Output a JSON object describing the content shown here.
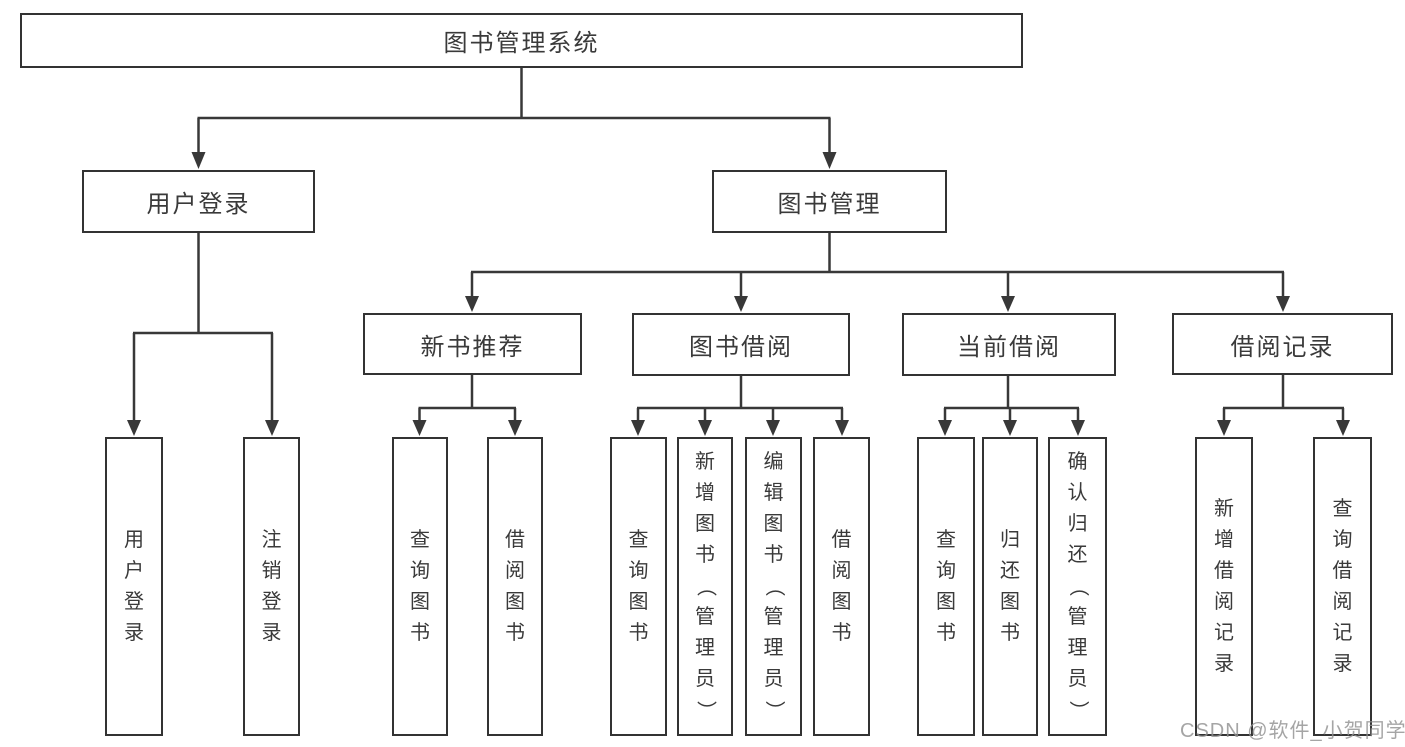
{
  "diagram": {
    "tree": {
      "label": "图书管理系统",
      "children": [
        {
          "label": "用户登录",
          "children": [
            {
              "label": "用户登录"
            },
            {
              "label": "注销登录"
            }
          ]
        },
        {
          "label": "图书管理",
          "children": [
            {
              "label": "新书推荐",
              "children": [
                {
                  "label": "查询图书"
                },
                {
                  "label": "借阅图书"
                }
              ]
            },
            {
              "label": "图书借阅",
              "children": [
                {
                  "label": "查询图书"
                },
                {
                  "label": "新增图书（管理员）"
                },
                {
                  "label": "编辑图书（管理员）"
                },
                {
                  "label": "借阅图书"
                }
              ]
            },
            {
              "label": "当前借阅",
              "children": [
                {
                  "label": "查询图书"
                },
                {
                  "label": "归还图书"
                },
                {
                  "label": "确认归还（管理员）"
                }
              ]
            },
            {
              "label": "借阅记录",
              "children": [
                {
                  "label": "新增借阅记录"
                },
                {
                  "label": "查询借阅记录"
                }
              ]
            }
          ]
        }
      ]
    },
    "colors": {
      "line": "#383838",
      "border": "#333333",
      "text": "#3a3a3a",
      "background": "#ffffff",
      "watermark": "#919191"
    }
  },
  "watermark": "CSDN @软件_小贺同学"
}
